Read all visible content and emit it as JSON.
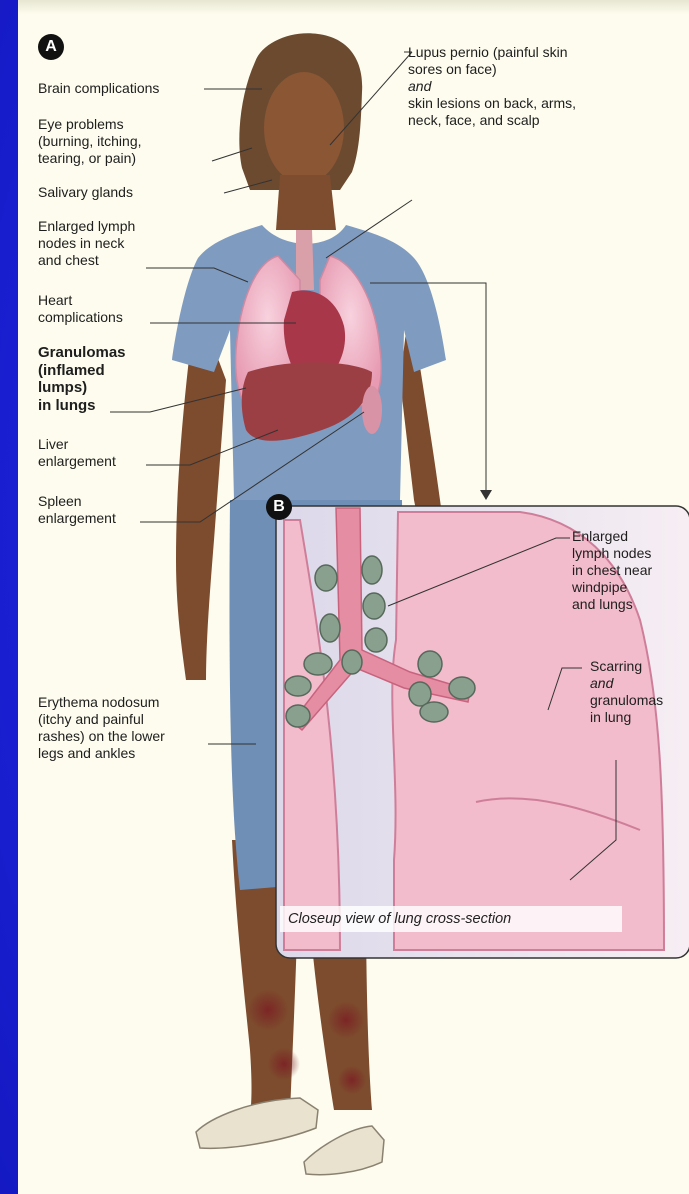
{
  "panel_a": {
    "badge": "A",
    "labels": {
      "brain": "Brain complications",
      "eye": "Eye problems\n(burning, itching,\ntearing, or pain)",
      "salivary": "Salivary glands",
      "lymph": "Enlarged lymph\nnodes in neck\nand chest",
      "heart": "Heart\ncomplications",
      "granulomas": "Granulomas\n(inflamed\nlumps)\nin lungs",
      "liver": "Liver\nenlargement",
      "spleen": "Spleen\nenlargement",
      "erythema": "Erythema nodosum\n(itchy and painful\nrashes) on the lower\nlegs and ankles",
      "lupus_line1": "Lupus pernio (painful skin\nsores on face)",
      "lupus_and": "and",
      "lupus_line2": "skin lesions on back, arms,\nneck, face, and scalp"
    }
  },
  "panel_b": {
    "badge": "B",
    "labels": {
      "lymph_chest": "Enlarged\nlymph nodes\nin chest near\nwindpipe\nand lungs",
      "scarring": "Scarring",
      "scarring_and": "and",
      "scarring_rest": "granulomas\nin lung"
    },
    "caption": "Closeup view of lung cross-section"
  },
  "colors": {
    "background": "#1c22d8",
    "panel": "#fdfcee",
    "lung": "#f0b2c6",
    "shirt": "#7f9bc0",
    "skirt": "#6f8fb6",
    "skin": "#7a4a2c",
    "node": "#8aa08e"
  }
}
